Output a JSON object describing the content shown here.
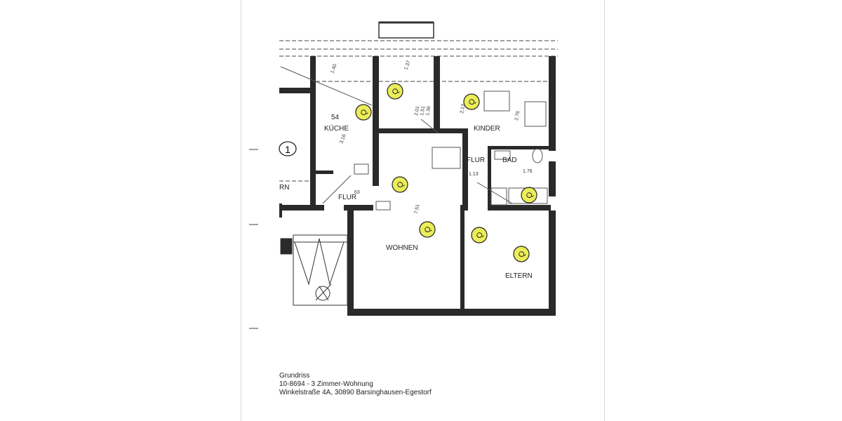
{
  "plan": {
    "rooms": {
      "kueche": "KÜCHE",
      "kinder": "KINDER",
      "flur_right": "FLUR",
      "bad": "BAD",
      "flur_left": "FLUR",
      "wohnen": "WOHNEN",
      "eltern": "ELTERN",
      "neighbor": "RN"
    },
    "annotations": {
      "area_mark": "54",
      "circled_number": "1"
    },
    "dimensions": [
      "1.40",
      "1.37",
      "2.01",
      "1.51",
      "1.36",
      "2.13",
      "2.76",
      "3.16",
      "1.76",
      "7.51",
      "1.13",
      "63"
    ],
    "marker_label": "Q",
    "marker_color": "#e8ea3c",
    "wall_color": "#2a2a2a"
  },
  "caption": {
    "line1": "Grundriss",
    "line2": "10-8694 - 3 Zimmer-Wohnung",
    "line3": "Winkelstraße 4A, 30890 Barsinghausen-Egestorf"
  }
}
